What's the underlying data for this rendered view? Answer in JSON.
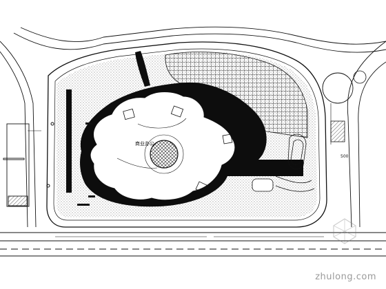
{
  "plan": {
    "center_label": "商业办公",
    "scale_note": "500",
    "watermark": "zhulong.com"
  },
  "colors": {
    "line": "#111111",
    "hatch": "#333333",
    "background": "#ffffff"
  }
}
